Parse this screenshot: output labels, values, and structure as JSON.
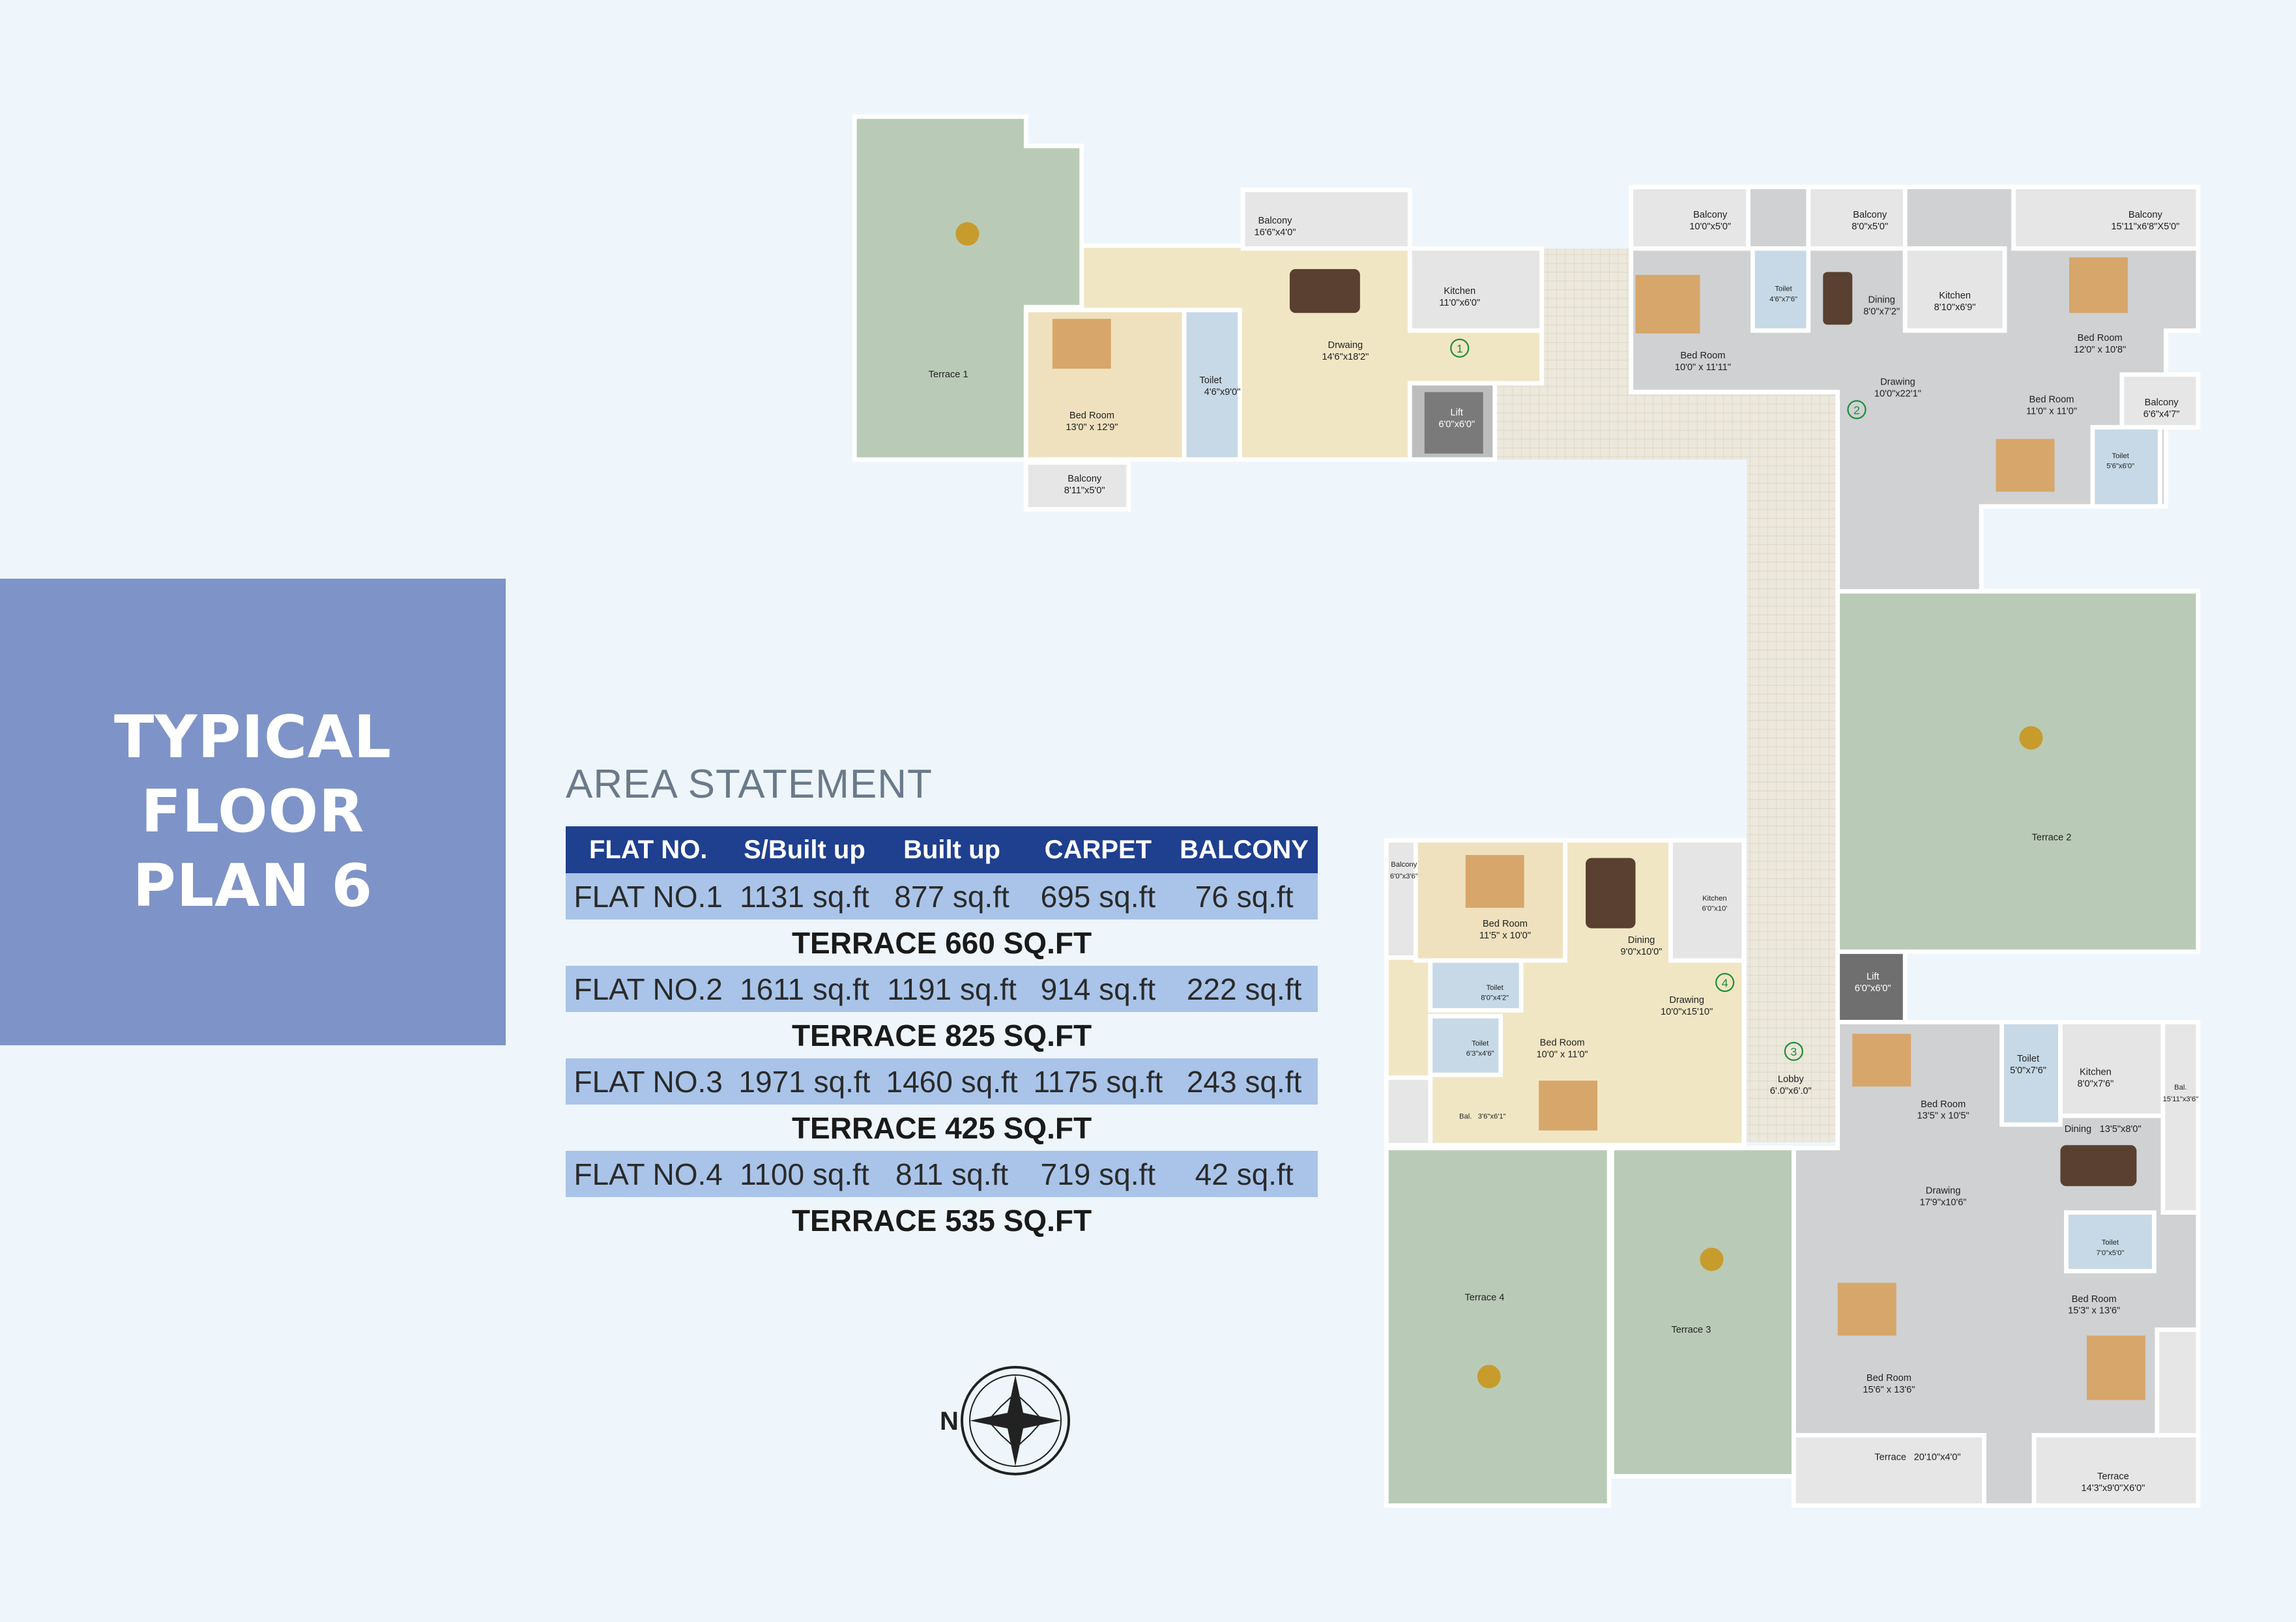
{
  "title": {
    "lines": [
      "TYPICAL",
      "FLOOR",
      "PLAN 6"
    ]
  },
  "area_statement": {
    "heading": "AREA STATEMENT",
    "columns": [
      "FLAT NO.",
      "S/Built up",
      "Built up",
      "CARPET",
      "BALCONY"
    ],
    "rows": [
      {
        "flat": "FLAT NO.1",
        "s_built_up": "1131 sq.ft",
        "built_up": "877 sq.ft",
        "carpet": "695 sq.ft",
        "balcony": "76 sq.ft",
        "terrace": "TERRACE 660 SQ.FT"
      },
      {
        "flat": "FLAT NO.2",
        "s_built_up": "1611 sq.ft",
        "built_up": "1191 sq.ft",
        "carpet": "914 sq.ft",
        "balcony": "222 sq.ft",
        "terrace": "TERRACE 825 SQ.FT"
      },
      {
        "flat": "FLAT NO.3",
        "s_built_up": "1971 sq.ft",
        "built_up": "1460 sq.ft",
        "carpet": "1175 sq.ft",
        "balcony": "243 sq.ft",
        "terrace": "TERRACE 425 SQ.FT"
      },
      {
        "flat": "FLAT NO.4",
        "s_built_up": "1100 sq.ft",
        "built_up": "811 sq.ft",
        "carpet": "719 sq.ft",
        "balcony": "42 sq.ft",
        "terrace": "TERRACE 535 SQ.FT"
      }
    ]
  },
  "compass": {
    "label": "N"
  },
  "plan": {
    "flat_markers": [
      "1",
      "2",
      "3",
      "4"
    ],
    "rooms": [
      {
        "name": "Terrace 1"
      },
      {
        "name": "Balcony",
        "size": "16'6\"x4'0\""
      },
      {
        "name": "Kitchen",
        "size": "11'0\"x6'0\""
      },
      {
        "name": "Drwaing",
        "size": "14'6\"x18'2\""
      },
      {
        "name": "Bed Room",
        "size": "13'0\" x 12'9\""
      },
      {
        "name": "Toilet",
        "size": "4'6\"x9'0\""
      },
      {
        "name": "Lift",
        "size": "6'0\"x6'0\""
      },
      {
        "name": "Balcony",
        "size": "8'11\"x5'0\""
      },
      {
        "name": "Balcony",
        "size": "10'0\"x5'0\""
      },
      {
        "name": "Bed Room",
        "size": "10'0\" x 11'11\""
      },
      {
        "name": "Toilet",
        "size": "4'6\"x7'6\""
      },
      {
        "name": "Balcony",
        "size": "8'0\"x5'0\""
      },
      {
        "name": "Dining",
        "size": "8'0\"x7'2\""
      },
      {
        "name": "Kitchen",
        "size": "8'10\"x6'9\""
      },
      {
        "name": "Balcony",
        "size": "15'11\"x6'8\"X5'0\""
      },
      {
        "name": "Bed Room",
        "size": "12'0\" x 10'8\""
      },
      {
        "name": "Drawing",
        "size": "10'0\"x22'1\""
      },
      {
        "name": "Bed Room",
        "size": "11'0\" x 11'0\""
      },
      {
        "name": "Balcony",
        "size": "6'6\"x4'7\""
      },
      {
        "name": "Toilet",
        "size": "5'6\"x6'0\""
      },
      {
        "name": "Terrace 2"
      },
      {
        "name": "Balcony",
        "size": "6'0\"x3'6\""
      },
      {
        "name": "Bed Room",
        "size": "11'5\" x 10'0\""
      },
      {
        "name": "Dining",
        "size": "9'0\"x10'0\""
      },
      {
        "name": "Kitchen",
        "size": "6'0\"x10'"
      },
      {
        "name": "Toilet",
        "size": "8'0\"x4'2\""
      },
      {
        "name": "Drawing",
        "size": "10'0\"x15'10\""
      },
      {
        "name": "Toilet",
        "size": "6'3\"x4'6\""
      },
      {
        "name": "Bed Room",
        "size": "10'0\" x 11'0\""
      },
      {
        "name": "Bal.",
        "size": "3'6\"x6'1\""
      },
      {
        "name": "Lift",
        "size": "6'0\"x6'0\""
      },
      {
        "name": "Lobby",
        "size": "6'.0\"x6'.0\""
      },
      {
        "name": "Bed Room",
        "size": "13'5\" x 10'5\""
      },
      {
        "name": "Toilet",
        "size": "5'0\"x7'6\""
      },
      {
        "name": "Kitchen",
        "size": "8'0\"x7'6\""
      },
      {
        "name": "Bal.",
        "size": "15'11\"x3'6\""
      },
      {
        "name": "Dining",
        "size": "13'5\"x8'0\""
      },
      {
        "name": "Drawing",
        "size": "17'9\"x10'6\""
      },
      {
        "name": "Toilet",
        "size": "7'0\"x5'0\""
      },
      {
        "name": "Bed Room",
        "size": "15'3\" x 13'6\""
      },
      {
        "name": "Terrace 4"
      },
      {
        "name": "Terrace 3"
      },
      {
        "name": "Bed Room",
        "size": "15'6\" x 13'6\""
      },
      {
        "name": "Terrace",
        "size": "20'10\"x4'0\""
      },
      {
        "name": "Terrace",
        "size": "14'3\"x9'0\"X6'0\""
      }
    ]
  }
}
